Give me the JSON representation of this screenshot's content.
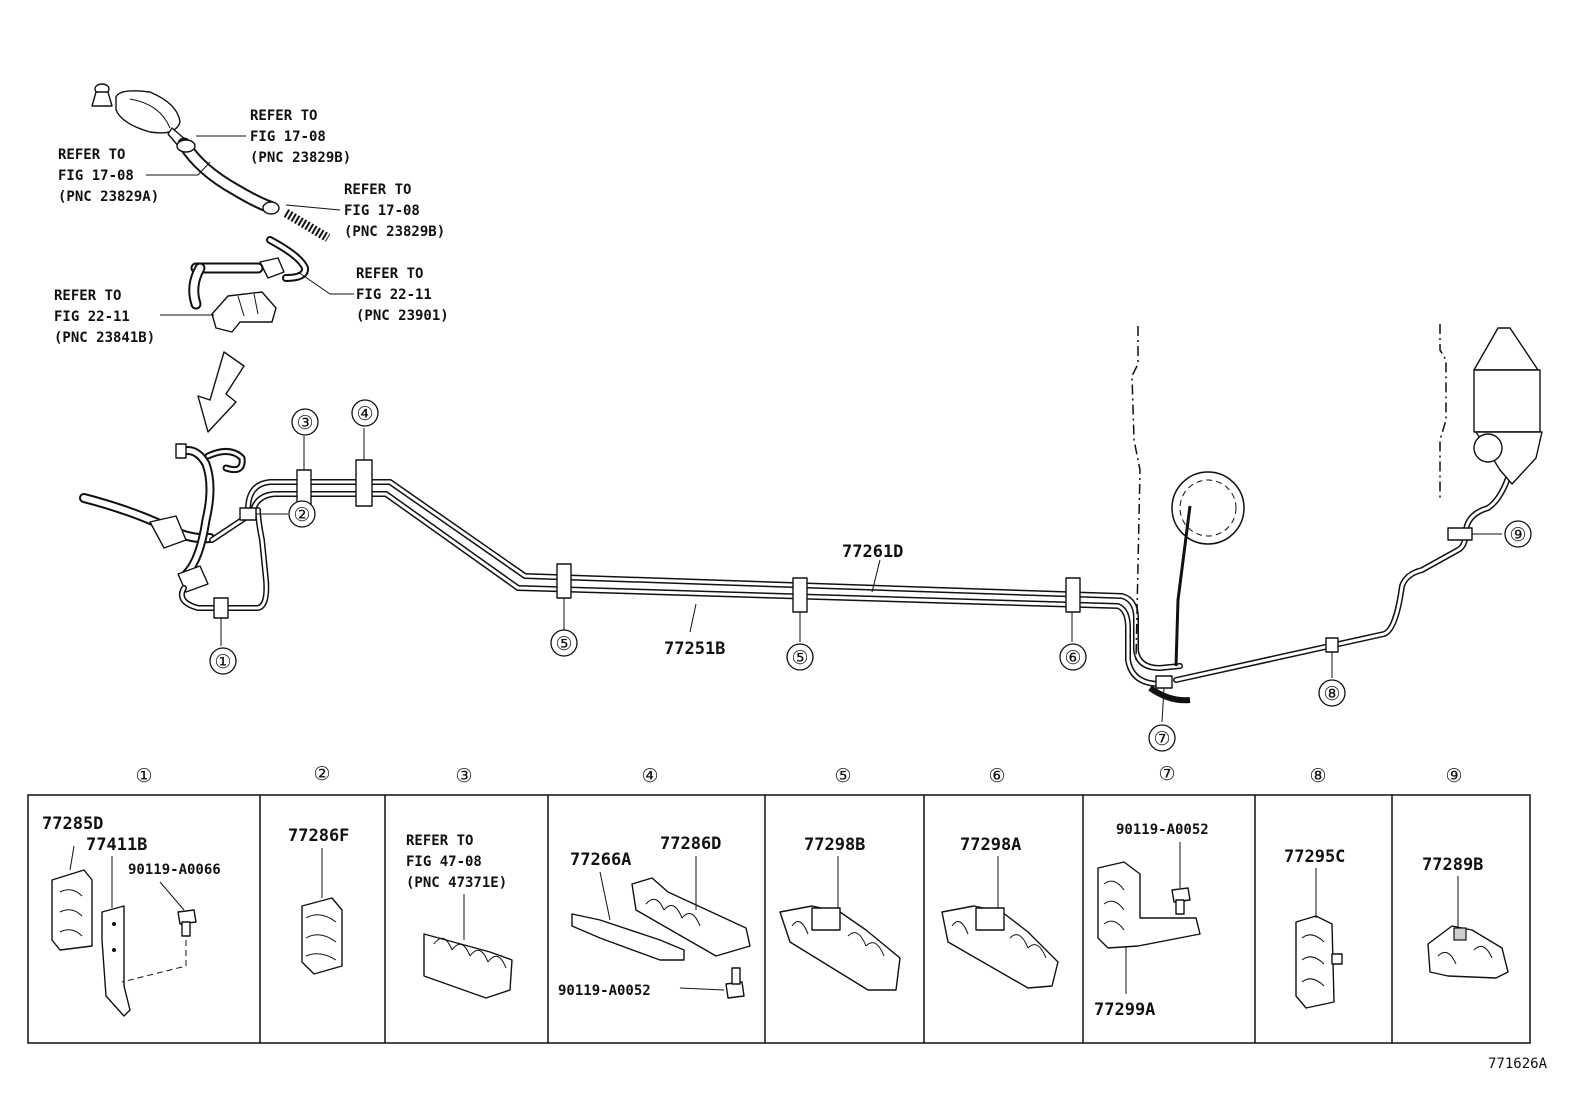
{
  "diagram_id": "771626A",
  "references": [
    {
      "lines": [
        "REFER TO",
        "FIG 17-08",
        "(PNC 23829B)"
      ]
    },
    {
      "lines": [
        "REFER TO",
        "FIG 17-08",
        "(PNC 23829A)"
      ]
    },
    {
      "lines": [
        "REFER TO",
        "FIG 17-08",
        "(PNC 23829B)"
      ]
    },
    {
      "lines": [
        "REFER TO",
        "FIG 22-11",
        "(PNC 23901)"
      ]
    },
    {
      "lines": [
        "REFER TO",
        "FIG 22-11",
        "(PNC 23841B)"
      ]
    }
  ],
  "tube_labels": {
    "upper": "77261D",
    "lower": "77251B"
  },
  "clamp_markers": [
    "①",
    "②",
    "③",
    "④",
    "⑤",
    "⑤",
    "⑥",
    "⑦",
    "⑧",
    "⑨"
  ],
  "detail_panels": [
    {
      "marker": "①",
      "parts": [
        "77285D",
        "77411B",
        "90119-A0066"
      ]
    },
    {
      "marker": "②",
      "parts": [
        "77286F"
      ]
    },
    {
      "marker": "③",
      "reference": [
        "REFER TO",
        "FIG 47-08",
        "(PNC 47371E)"
      ]
    },
    {
      "marker": "④",
      "parts": [
        "77266A",
        "77286D",
        "90119-A0052"
      ]
    },
    {
      "marker": "⑤",
      "parts": [
        "77298B"
      ]
    },
    {
      "marker": "⑥",
      "parts": [
        "77298A"
      ]
    },
    {
      "marker": "⑦",
      "parts": [
        "90119-A0052",
        "77299A"
      ]
    },
    {
      "marker": "⑧",
      "parts": [
        "77295C"
      ]
    },
    {
      "marker": "⑨",
      "parts": [
        "77289B"
      ]
    }
  ]
}
